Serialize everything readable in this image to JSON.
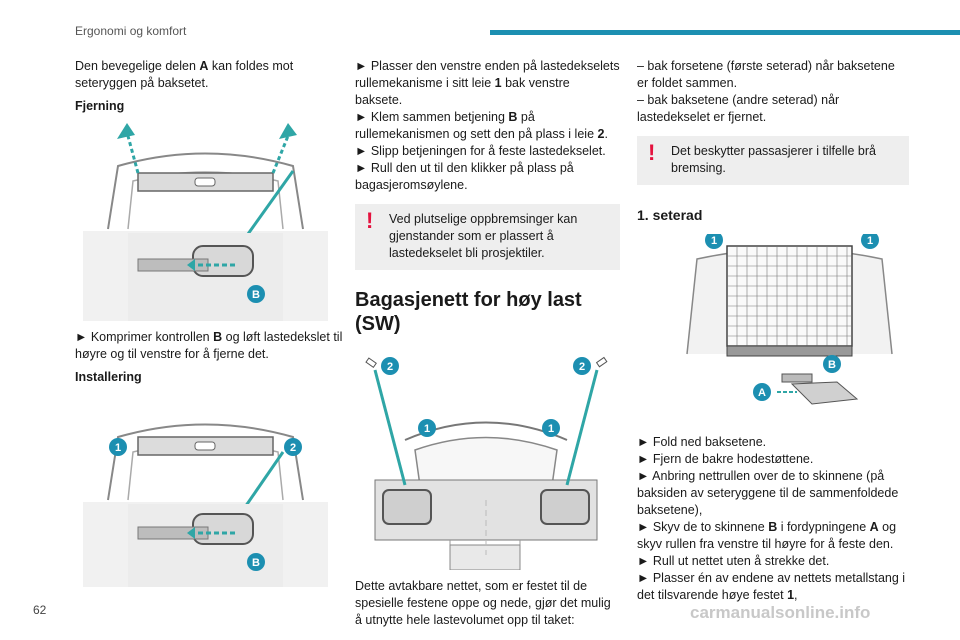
{
  "header": {
    "section_title": "Ergonomi og komfort"
  },
  "page_number": "62",
  "watermark": "carmanualsonline.info",
  "col1": {
    "intro_pre": "Den bevegelige delen ",
    "intro_bold": "A",
    "intro_post": " kan foldes mot seteryggen på baksetet.",
    "removal_heading": "Fjerning",
    "callout_b": "B",
    "removal_step_pre": "► Komprimer kontrollen ",
    "removal_step_bold": "B",
    "removal_step_post": " og løft lastedekslet til høyre og til venstre for å fjerne det.",
    "install_heading": "Installering",
    "callout_1": "1",
    "callout_2": "2"
  },
  "col2": {
    "step1_pre": "► Plasser den venstre enden på lastedekselets rullemekanisme i sitt leie ",
    "step1_bold": "1",
    "step1_post": " bak venstre baksete.",
    "step2_pre": "► Klem sammen betjening ",
    "step2_bold": "B",
    "step2_mid": " på rullemekanismen og sett den på plass i leie ",
    "step2_bold2": "2",
    "step2_post": ".",
    "step3": "► Slipp betjeningen for å feste lastedekselet.",
    "step4": "► Rull den ut til den klikker på plass på bagasjeromsøylene.",
    "warning": "Ved plutselige oppbremsinger kan gjenstander som er plassert å lastedekselet bli prosjektiler.",
    "title": "Bagasjenett for høy last (SW)",
    "body": "Dette avtakbare nettet, som er festet til de spesielle festene oppe og nede, gjør det mulig å utnytte hele lastevolumet opp til taket:"
  },
  "col3": {
    "item1": "– bak forsetene (første seterad) når baksetene er foldet sammen.",
    "item2": "– bak baksetene (andre seterad) når lastedekselet er fjernet.",
    "warning": "Det beskytter passasjerer i tilfelle brå bremsing.",
    "heading": "1. seterad",
    "callout_a": "A",
    "step1": "► Fold ned baksetene.",
    "step2": "► Fjern de bakre hodestøttene.",
    "step3": "► Anbring nettrullen over de to skinnene (på baksiden av seteryggene til de sammenfoldede baksetene),",
    "step4_pre": "► Skyv de to skinnene ",
    "step4_b1": "B",
    "step4_mid": " i fordypningene ",
    "step4_b2": "A",
    "step4_post": " og skyv rullen fra venstre til høyre for å feste den.",
    "step5": "► Rull ut nettet uten å strekke det.",
    "step6_pre": "► Plasser én av endene av nettets metallstang i det tilsvarende høye festet ",
    "step6_bold": "1",
    "step6_post": ","
  }
}
